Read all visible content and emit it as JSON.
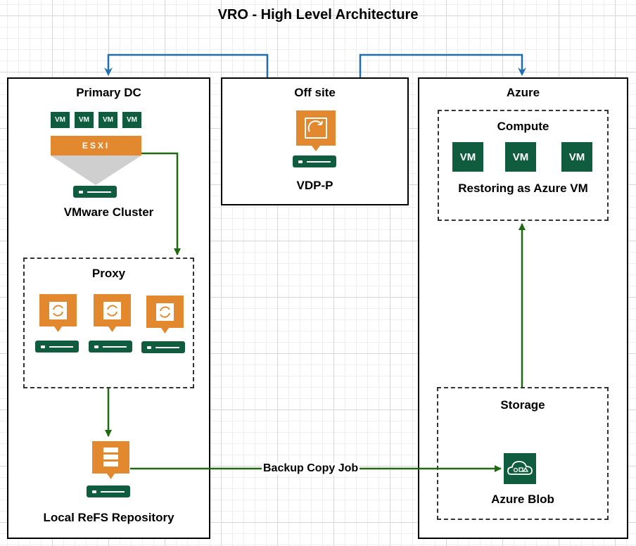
{
  "title": "VRO - High Level Architecture",
  "primary_dc": {
    "label": "Primary DC",
    "vms": [
      "VM",
      "VM",
      "VM",
      "VM"
    ],
    "hypervisor": "ESXI",
    "cluster_label": "VMware Cluster"
  },
  "proxy": {
    "label": "Proxy"
  },
  "repository": {
    "label": "Local ReFS Repository"
  },
  "offsite": {
    "label": "Off site",
    "server_label": "VDP-P"
  },
  "azure": {
    "label": "Azure",
    "compute": {
      "label": "Compute",
      "vms": [
        "VM",
        "VM",
        "VM"
      ],
      "caption": "Restoring as Azure VM"
    },
    "storage": {
      "label": "Storage",
      "blob_label": "Azure Blob"
    }
  },
  "edges": {
    "backup_copy": "Backup Copy Job"
  },
  "colors": {
    "green_arrow": "#1f6a10",
    "blue_arrow": "#1f6fb0",
    "orange": "#e2892f",
    "dark_green": "#0f5c3f"
  }
}
